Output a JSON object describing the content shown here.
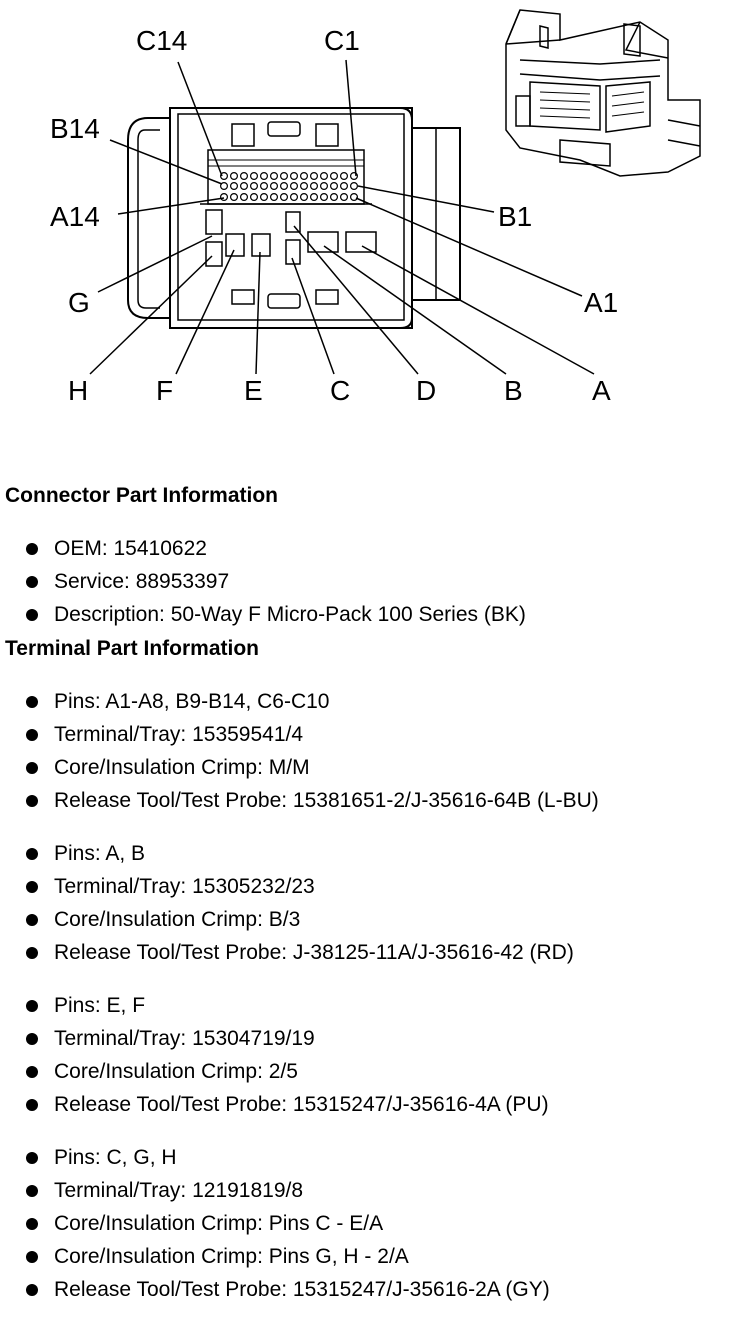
{
  "diagram": {
    "pin_labels": {
      "C14": "C14",
      "C1": "C1",
      "B14": "B14",
      "A14": "A14",
      "B1": "B1",
      "A1": "A1",
      "G": "G",
      "H": "H",
      "F": "F",
      "E": "E",
      "C": "C",
      "D": "D",
      "B": "B",
      "A": "A"
    }
  },
  "connector_section": {
    "title": "Connector Part Information",
    "items": [
      "OEM: 15410622",
      "Service: 88953397",
      "Description: 50-Way F Micro-Pack 100 Series (BK)"
    ]
  },
  "terminal_section": {
    "title": "Terminal Part Information",
    "groups": [
      {
        "items": [
          "Pins: A1-A8, B9-B14, C6-C10",
          "Terminal/Tray: 15359541/4",
          "Core/Insulation Crimp: M/M",
          "Release Tool/Test Probe: 15381651-2/J-35616-64B (L-BU)"
        ]
      },
      {
        "items": [
          "Pins: A, B",
          "Terminal/Tray: 15305232/23",
          "Core/Insulation Crimp: B/3",
          "Release Tool/Test Probe: J-38125-11A/J-35616-42 (RD)"
        ]
      },
      {
        "items": [
          "Pins: E, F",
          "Terminal/Tray: 15304719/19",
          "Core/Insulation Crimp: 2/5",
          "Release Tool/Test Probe: 15315247/J-35616-4A (PU)"
        ]
      },
      {
        "items": [
          "Pins: C, G, H",
          "Terminal/Tray: 12191819/8",
          "Core/Insulation Crimp: Pins C - E/A",
          "Core/Insulation Crimp: Pins G, H - 2/A",
          "Release Tool/Test Probe: 15315247/J-35616-2A (GY)"
        ]
      }
    ]
  }
}
